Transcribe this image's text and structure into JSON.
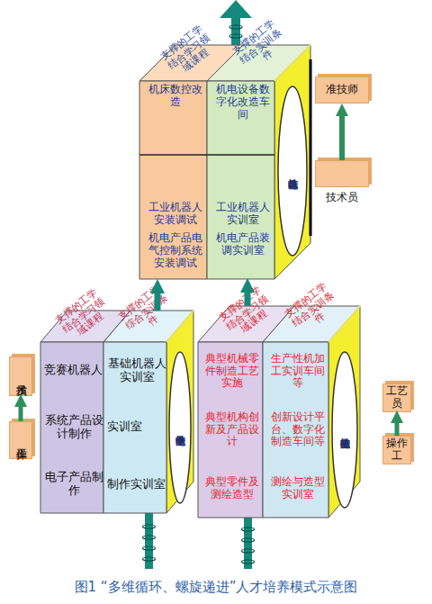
{
  "diagram": {
    "caption": "图1 “多维循环、螺旋递进”人才培养模式示意图",
    "nodes": [
      {
        "text": [
          "支撑的工学结合学习领域课程",
          "支撑的工学结合实训条件"
        ]
      },
      {
        "text": [
          "机床数控改造"
        ],
        "in": 0
      },
      {
        "text": [
          "机电设备数字化改造车间"
        ],
        "in": 0
      },
      {
        "text": [
          "工业机器人安装调试"
        ],
        "in": 0
      },
      {
        "text": [
          "工业机器人实训室"
        ],
        "in": 0
      },
      {
        "text": [
          "机电产品电气控制系统安装调试"
        ],
        "in": 0
      },
      {
        "text": [
          "机电产品装调实训室"
        ],
        "in": 0
      },
      {
        "text": [
          "机电综合技能培养"
        ],
        "in": 0
      },
      {
        "text": [
          "准技师"
        ]
      },
      {
        "text": [
          "技术员"
        ]
      },
      {
        "text": [
          "支撑的工学结合学习领域课程",
          "支撑的工学综合实训条件"
        ]
      },
      {
        "text": [
          "竞赛机器人"
        ],
        "in": 10
      },
      {
        "text": [
          "基础机器人实训室"
        ],
        "in": 10
      },
      {
        "text": [
          "系统产品设计制作"
        ],
        "in": 10
      },
      {
        "text": [
          "实训室"
        ],
        "in": 10
      },
      {
        "text": [
          "电子产品制作"
        ],
        "in": 10
      },
      {
        "text": [
          "制作实训室"
        ],
        "in": 10
      },
      {
        "text": [
          "学生电子技能培养"
        ],
        "in": 10
      },
      {
        "text": [
          "支撑的工学结合学习领域课程",
          "支撑的工学结合实训条件"
        ]
      },
      {
        "text": [
          "典型机械零件制造工艺实施"
        ],
        "in": 18
      },
      {
        "text": [
          "生产性机加工实训车间等"
        ],
        "in": 18
      },
      {
        "text": [
          "典型机构创新及产品设计"
        ],
        "in": 18
      },
      {
        "text": [
          "创新设计平台、数字化制造车间等"
        ],
        "in": 18
      },
      {
        "text": [
          "典型零件及测绘造型"
        ],
        "in": 18
      },
      {
        "text": [
          "测绘与造型实训室"
        ],
        "in": 18
      },
      {
        "text": [
          "学生机械技能培养"
        ],
        "in": 18
      },
      {
        "text": [
          "技术员"
        ]
      },
      {
        "text": [
          "操作工"
        ]
      },
      {
        "text": [
          "工艺员"
        ]
      },
      {
        "text": [
          "操作工"
        ]
      }
    ],
    "edges": [
      {
        "from": 10,
        "to": 0,
        "arrow": "to"
      },
      {
        "from": 18,
        "to": 0,
        "arrow": "to"
      },
      {
        "from": 9,
        "to": 8,
        "arrow": "to"
      },
      {
        "from": 27,
        "to": 26,
        "arrow": "to"
      },
      {
        "from": 29,
        "to": 28,
        "arrow": "to"
      }
    ]
  }
}
